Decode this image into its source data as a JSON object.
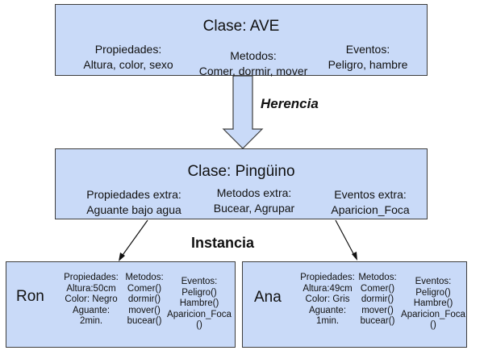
{
  "ave": {
    "title": "Clase: AVE",
    "props_label": "Propiedades:",
    "props_value": "Altura, color, sexo",
    "methods_label": "Metodos:",
    "methods_value": "Comer, dormir, mover",
    "events_label": "Eventos:",
    "events_value": "Peligro, hambre"
  },
  "inheritance_label": "Herencia",
  "pinguino": {
    "title": "Clase: Pingüino",
    "props_label": "Propiedades extra:",
    "props_value": "Aguante bajo agua",
    "methods_label": "Metodos extra:",
    "methods_value": "Bucear, Agrupar",
    "events_label": "Eventos extra:",
    "events_value": "Aparicion_Foca"
  },
  "instance_label": "Instancia",
  "ron": {
    "name": "Ron",
    "props": [
      "Propiedades:",
      "Altura:50cm",
      "Color: Negro",
      "Aguante:",
      "2min."
    ],
    "methods": [
      "Metodos:",
      "Comer()",
      "dormir()",
      "mover()",
      "bucear()"
    ],
    "events": [
      "Eventos:",
      "Peligro()",
      "Hambre()",
      "Aparicion_Foca",
      "()"
    ]
  },
  "ana": {
    "name": "Ana",
    "props": [
      "Propiedades:",
      "Altura:49cm",
      "Color: Gris",
      "Aguante:",
      "1min."
    ],
    "methods": [
      "Metodos:",
      "Comer()",
      "dormir()",
      "mover()",
      "bucear()"
    ],
    "events": [
      "Eventos:",
      "Peligro()",
      "Hambre()",
      "Aparicion_Foca",
      "()"
    ]
  },
  "colors": {
    "box_fill": "#c9daf8",
    "box_border": "#3d3d3d",
    "arrow_fill": "#c9daf8"
  }
}
